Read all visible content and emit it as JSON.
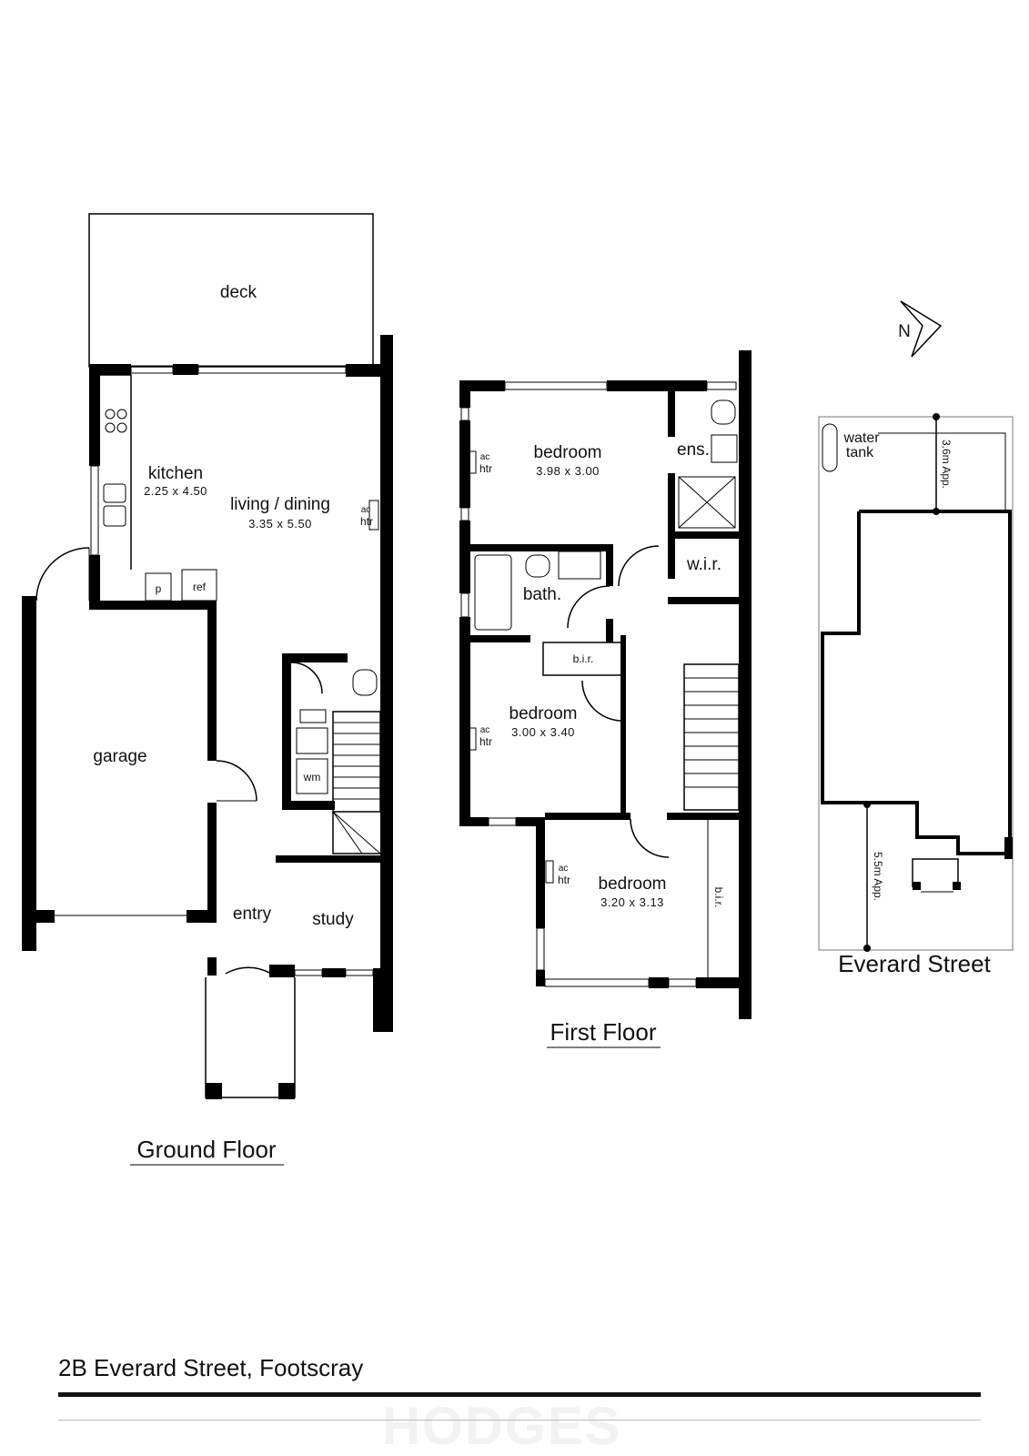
{
  "plan": {
    "address": "2B Everard Street, Footscray",
    "watermark": "HODGES",
    "compass": "N"
  },
  "ground_floor": {
    "title": "Ground Floor",
    "deck": "deck",
    "kitchen": "kitchen",
    "kitchen_dim": "2.25 x 4.50",
    "living": "living / dining",
    "living_dim": "3.35 x 5.50",
    "ac": "ac",
    "htr": "htr",
    "pantry": "p",
    "ref": "ref",
    "garage": "garage",
    "wm": "wm",
    "entry": "entry",
    "study": "study"
  },
  "first_floor": {
    "title": "First Floor",
    "bed1": "bedroom",
    "bed1_dim": "3.98 x 3.00",
    "ens": "ens.",
    "wir": "w.i.r.",
    "bath": "bath.",
    "bir1": "b.i.r.",
    "bed2": "bedroom",
    "bed2_dim": "3.00 x 3.40",
    "bed3": "bedroom",
    "bed3_dim": "3.20 x 3.13",
    "bir2": "b.i.r.",
    "ac": "ac",
    "htr": "htr"
  },
  "site": {
    "water1": "water",
    "water2": "tank",
    "dim_top": "3.6m App.",
    "dim_front": "5.5m App.",
    "street": "Everard Street"
  }
}
